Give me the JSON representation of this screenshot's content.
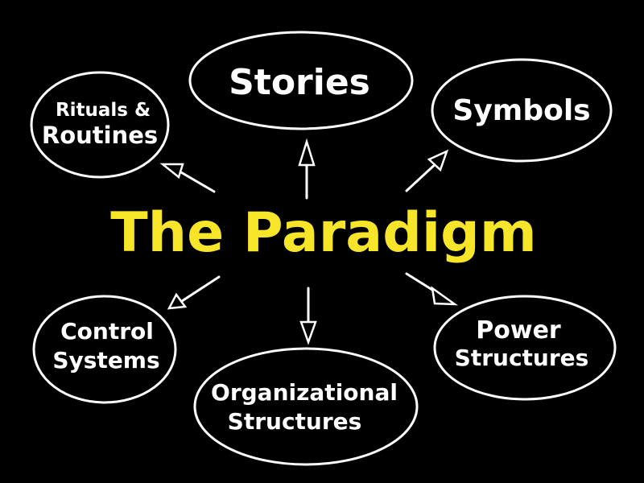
{
  "colors": {
    "background": "#000000",
    "outline": "#ffffff",
    "text": "#ffffff",
    "center_title": "#f7e52a"
  },
  "center": {
    "title": "The Paradigm"
  },
  "nodes": {
    "stories": {
      "label": "Stories"
    },
    "symbols": {
      "label": "Symbols"
    },
    "rituals": {
      "line1": "Rituals &",
      "line2": "Routines"
    },
    "control": {
      "line1": "Control",
      "line2": "Systems"
    },
    "organizational": {
      "line1": "Organizational",
      "line2": "Structures"
    },
    "power": {
      "line1": "Power",
      "line2": "Structures"
    }
  }
}
